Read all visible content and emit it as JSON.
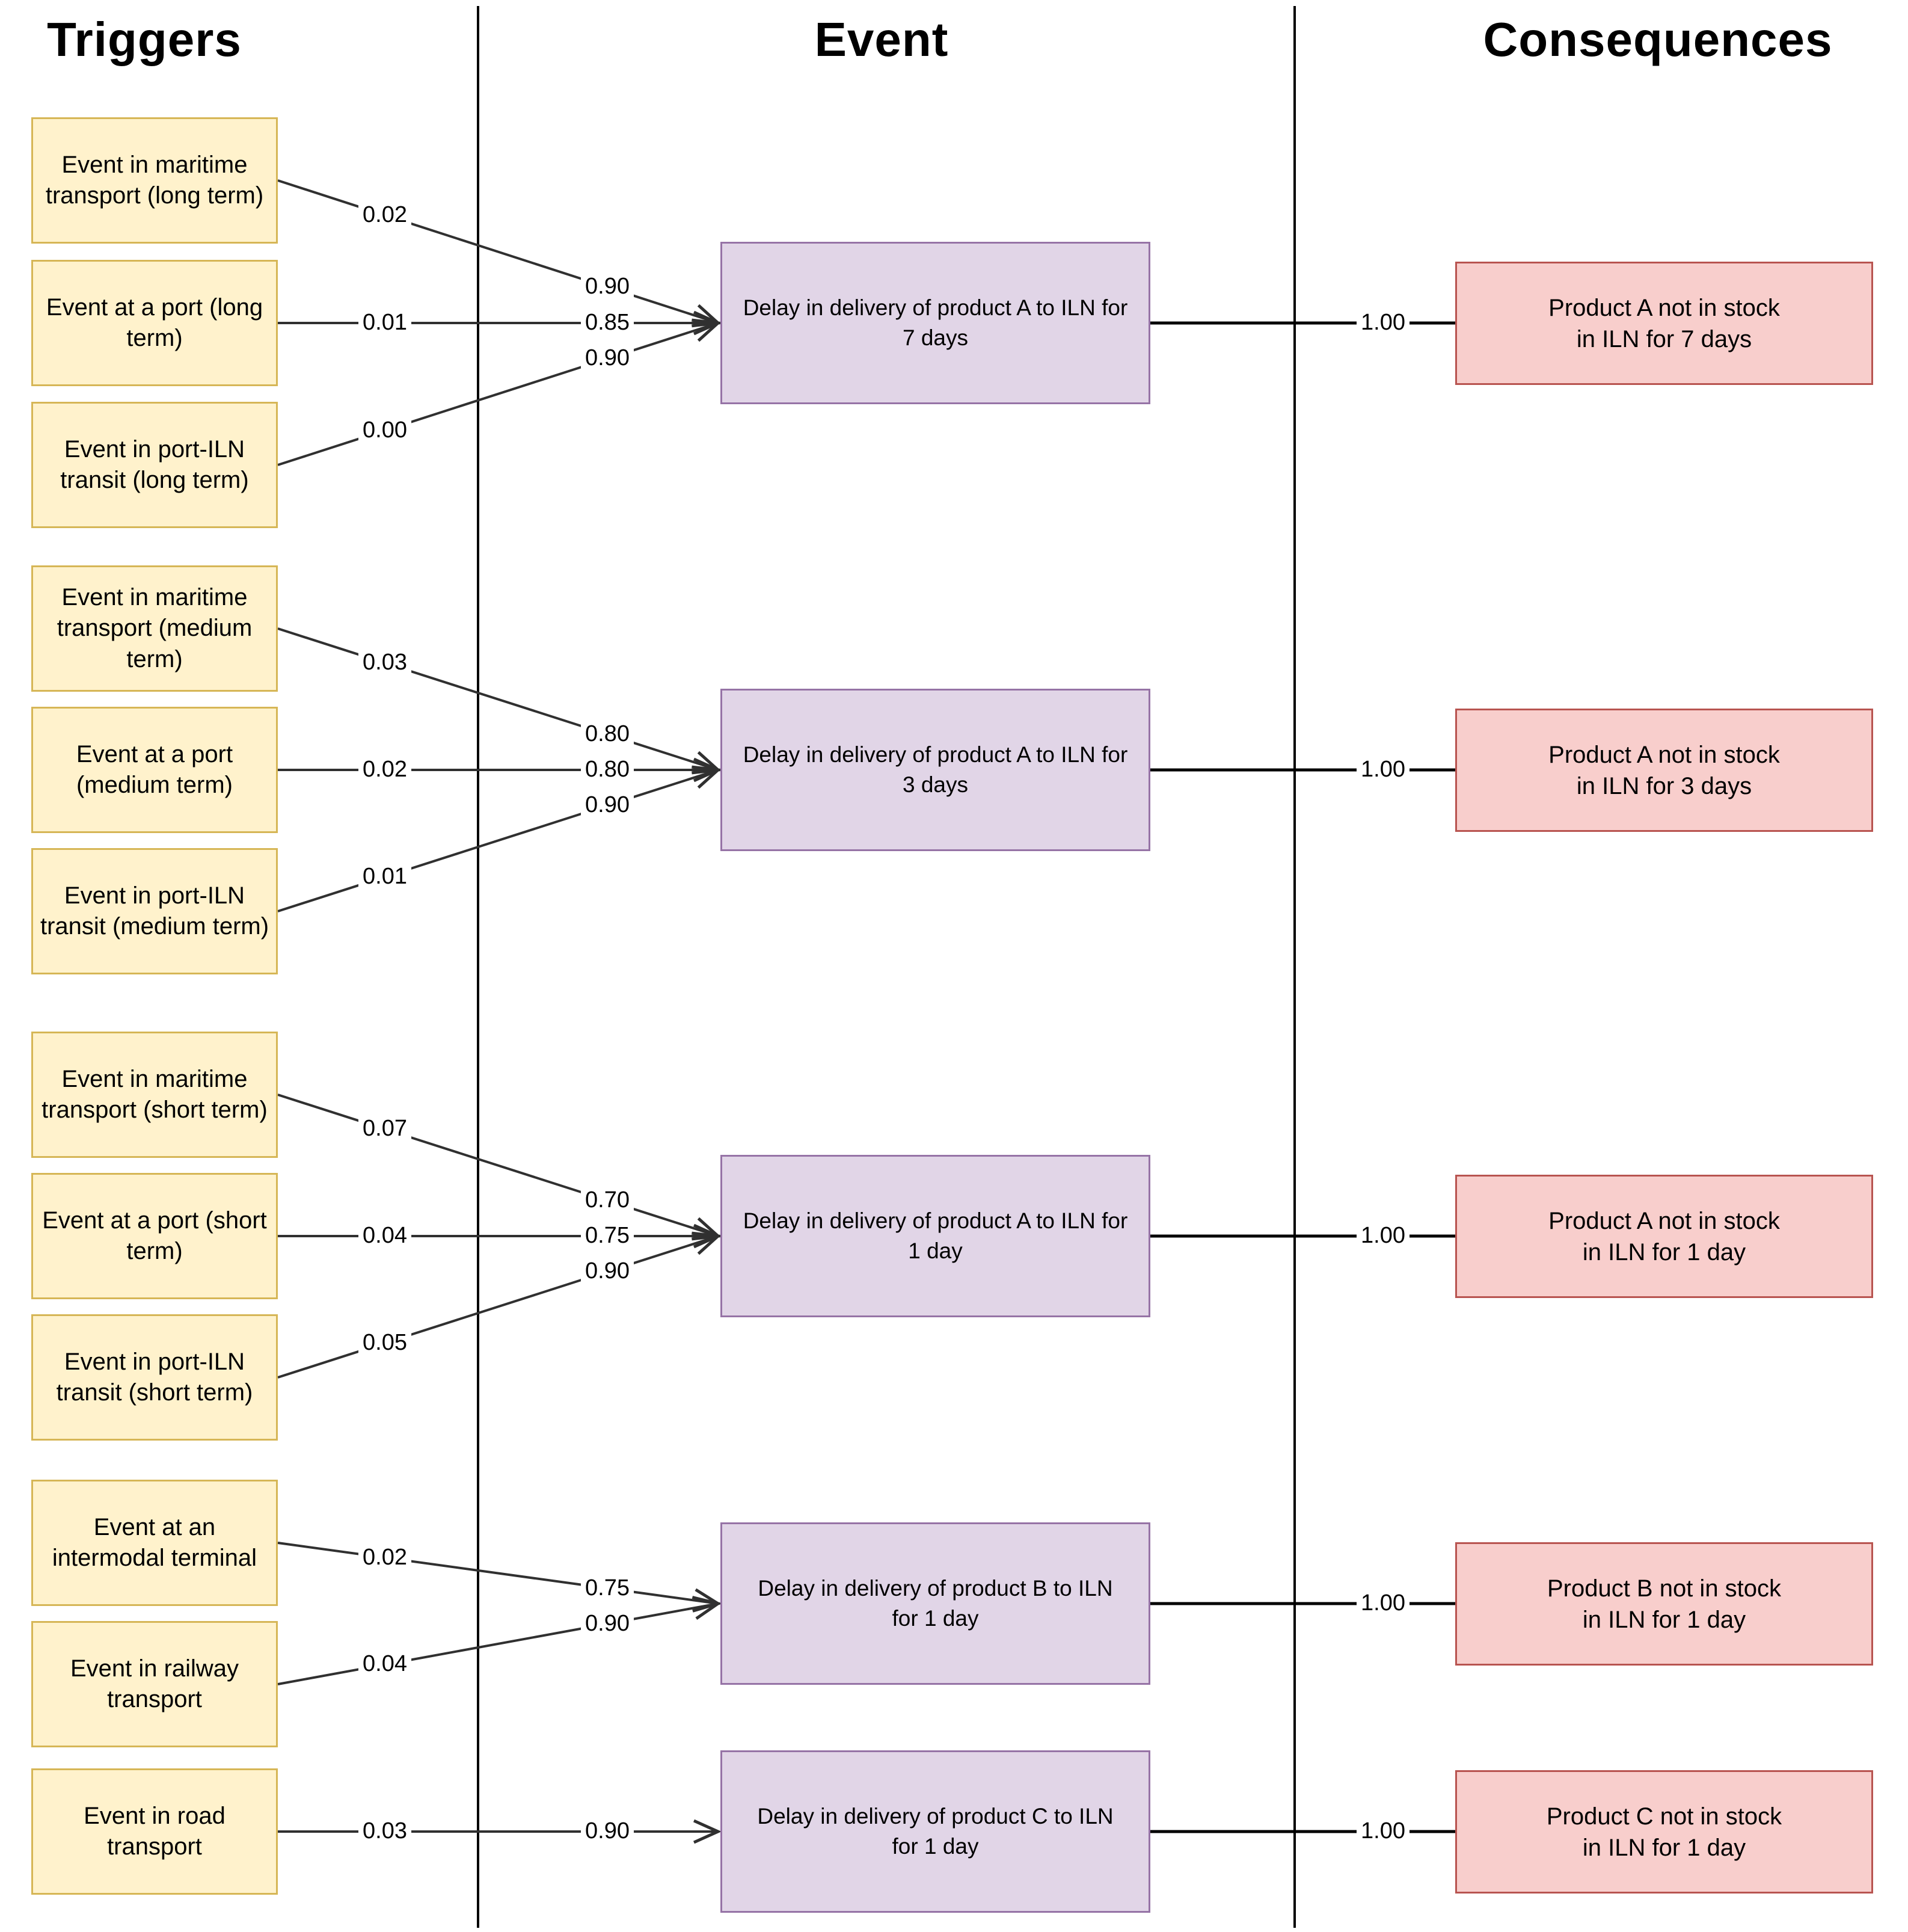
{
  "headers": {
    "triggers": "Triggers",
    "event": "Event",
    "consequences": "Consequences"
  },
  "colors": {
    "trigger_fill": "#fff2cc",
    "trigger_border": "#d6b656",
    "event_fill": "#e1d5e7",
    "event_border": "#9673a6",
    "consequence_fill": "#f8cecc",
    "consequence_border": "#b85450",
    "connector_line": "#303030",
    "divider_line": "#000000"
  },
  "groups": [
    {
      "triggers": [
        {
          "label": "Event in maritime\ntransport (long term)",
          "prior": "0.02",
          "conditional": "0.90"
        },
        {
          "label": "Event at a port (long\nterm)",
          "prior": "0.01",
          "conditional": "0.85"
        },
        {
          "label": "Event in port-ILN\ntransit (long term)",
          "prior": "0.00",
          "conditional": "0.90"
        }
      ],
      "event": "Delay in delivery of product A to ILN for\n7 days",
      "consequence_prob": "1.00",
      "consequence": "Product A not in stock\nin ILN for 7 days"
    },
    {
      "triggers": [
        {
          "label": "Event in maritime\ntransport (medium\nterm)",
          "prior": "0.03",
          "conditional": "0.80"
        },
        {
          "label": "Event at a port\n(medium term)",
          "prior": "0.02",
          "conditional": "0.80"
        },
        {
          "label": "Event in port-ILN\ntransit (medium term)",
          "prior": "0.01",
          "conditional": "0.90"
        }
      ],
      "event": "Delay in delivery of product A to ILN for\n3 days",
      "consequence_prob": "1.00",
      "consequence": "Product A not in stock\nin ILN for 3 days"
    },
    {
      "triggers": [
        {
          "label": "Event in maritime\ntransport (short term)",
          "prior": "0.07",
          "conditional": "0.70"
        },
        {
          "label": "Event at a port (short\nterm)",
          "prior": "0.04",
          "conditional": "0.75"
        },
        {
          "label": "Event in port-ILN\ntransit (short term)",
          "prior": "0.05",
          "conditional": "0.90"
        }
      ],
      "event": "Delay in delivery of product A to ILN for\n1 day",
      "consequence_prob": "1.00",
      "consequence": "Product A not in stock\nin ILN for 1 day"
    },
    {
      "triggers": [
        {
          "label": "Event at an\nintermodal terminal",
          "prior": "0.02",
          "conditional": "0.75"
        },
        {
          "label": "Event in railway\ntransport",
          "prior": "0.04",
          "conditional": "0.90"
        }
      ],
      "event": "Delay in delivery of product B to ILN\nfor 1 day",
      "consequence_prob": "1.00",
      "consequence": "Product B not in stock\nin ILN for 1 day"
    },
    {
      "triggers": [
        {
          "label": "Event in road\ntransport",
          "prior": "0.03",
          "conditional": "0.90"
        }
      ],
      "event": "Delay in delivery of product C to ILN\nfor 1 day",
      "consequence_prob": "1.00",
      "consequence": "Product C not in stock\nin ILN for 1 day"
    }
  ]
}
